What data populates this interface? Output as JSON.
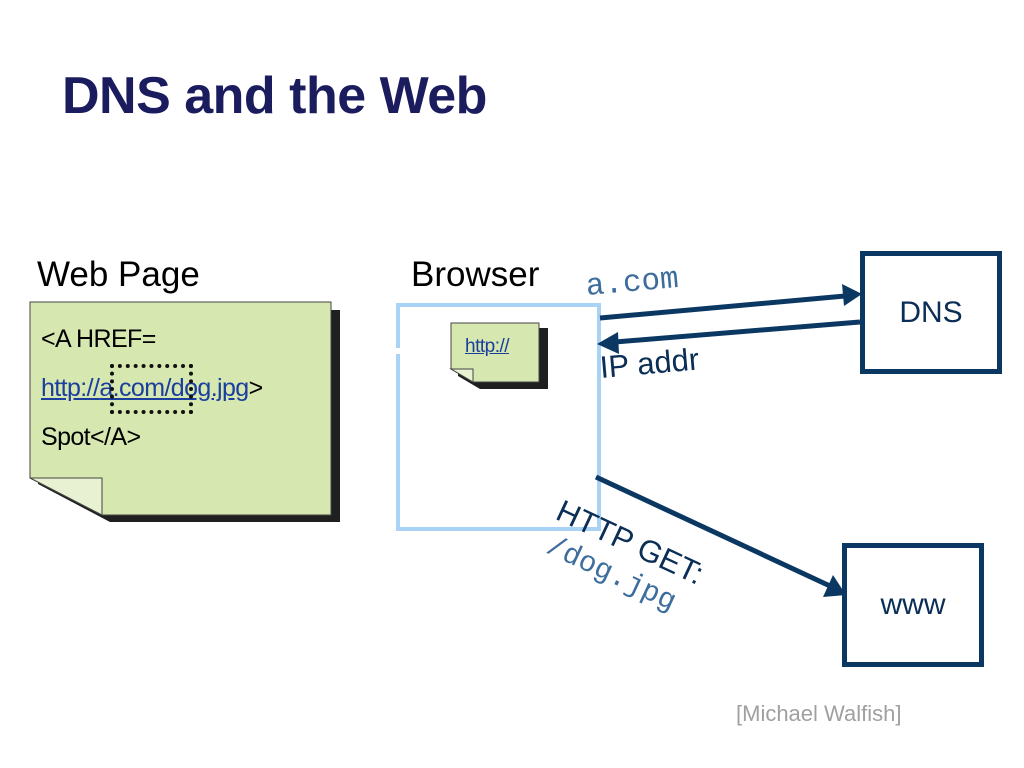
{
  "title": "DNS and the Web",
  "web_page": {
    "label": "Web Page",
    "code_line1": "<A HREF=",
    "url_part1": "http://",
    "url_part2": "a.com",
    "url_part3": "/dog.jpg",
    "url_close": ">",
    "code_line3": "Spot</A>"
  },
  "browser": {
    "label": "Browser",
    "url_note": "http://"
  },
  "dns": {
    "box_label": "DNS",
    "request_label": "a.com",
    "response_label": "IP addr"
  },
  "www": {
    "box_label": "www",
    "request_label": "HTTP GET:",
    "path_label": "/dog.jpg"
  },
  "credit": "[Michael Walfish]",
  "colors": {
    "title": "#1b1c5e",
    "note_fill": "#d6e7b0",
    "browser_border": "#a9d2f5",
    "arrow_navy": "#0b3863",
    "mono_blue": "#3d6d9c"
  }
}
